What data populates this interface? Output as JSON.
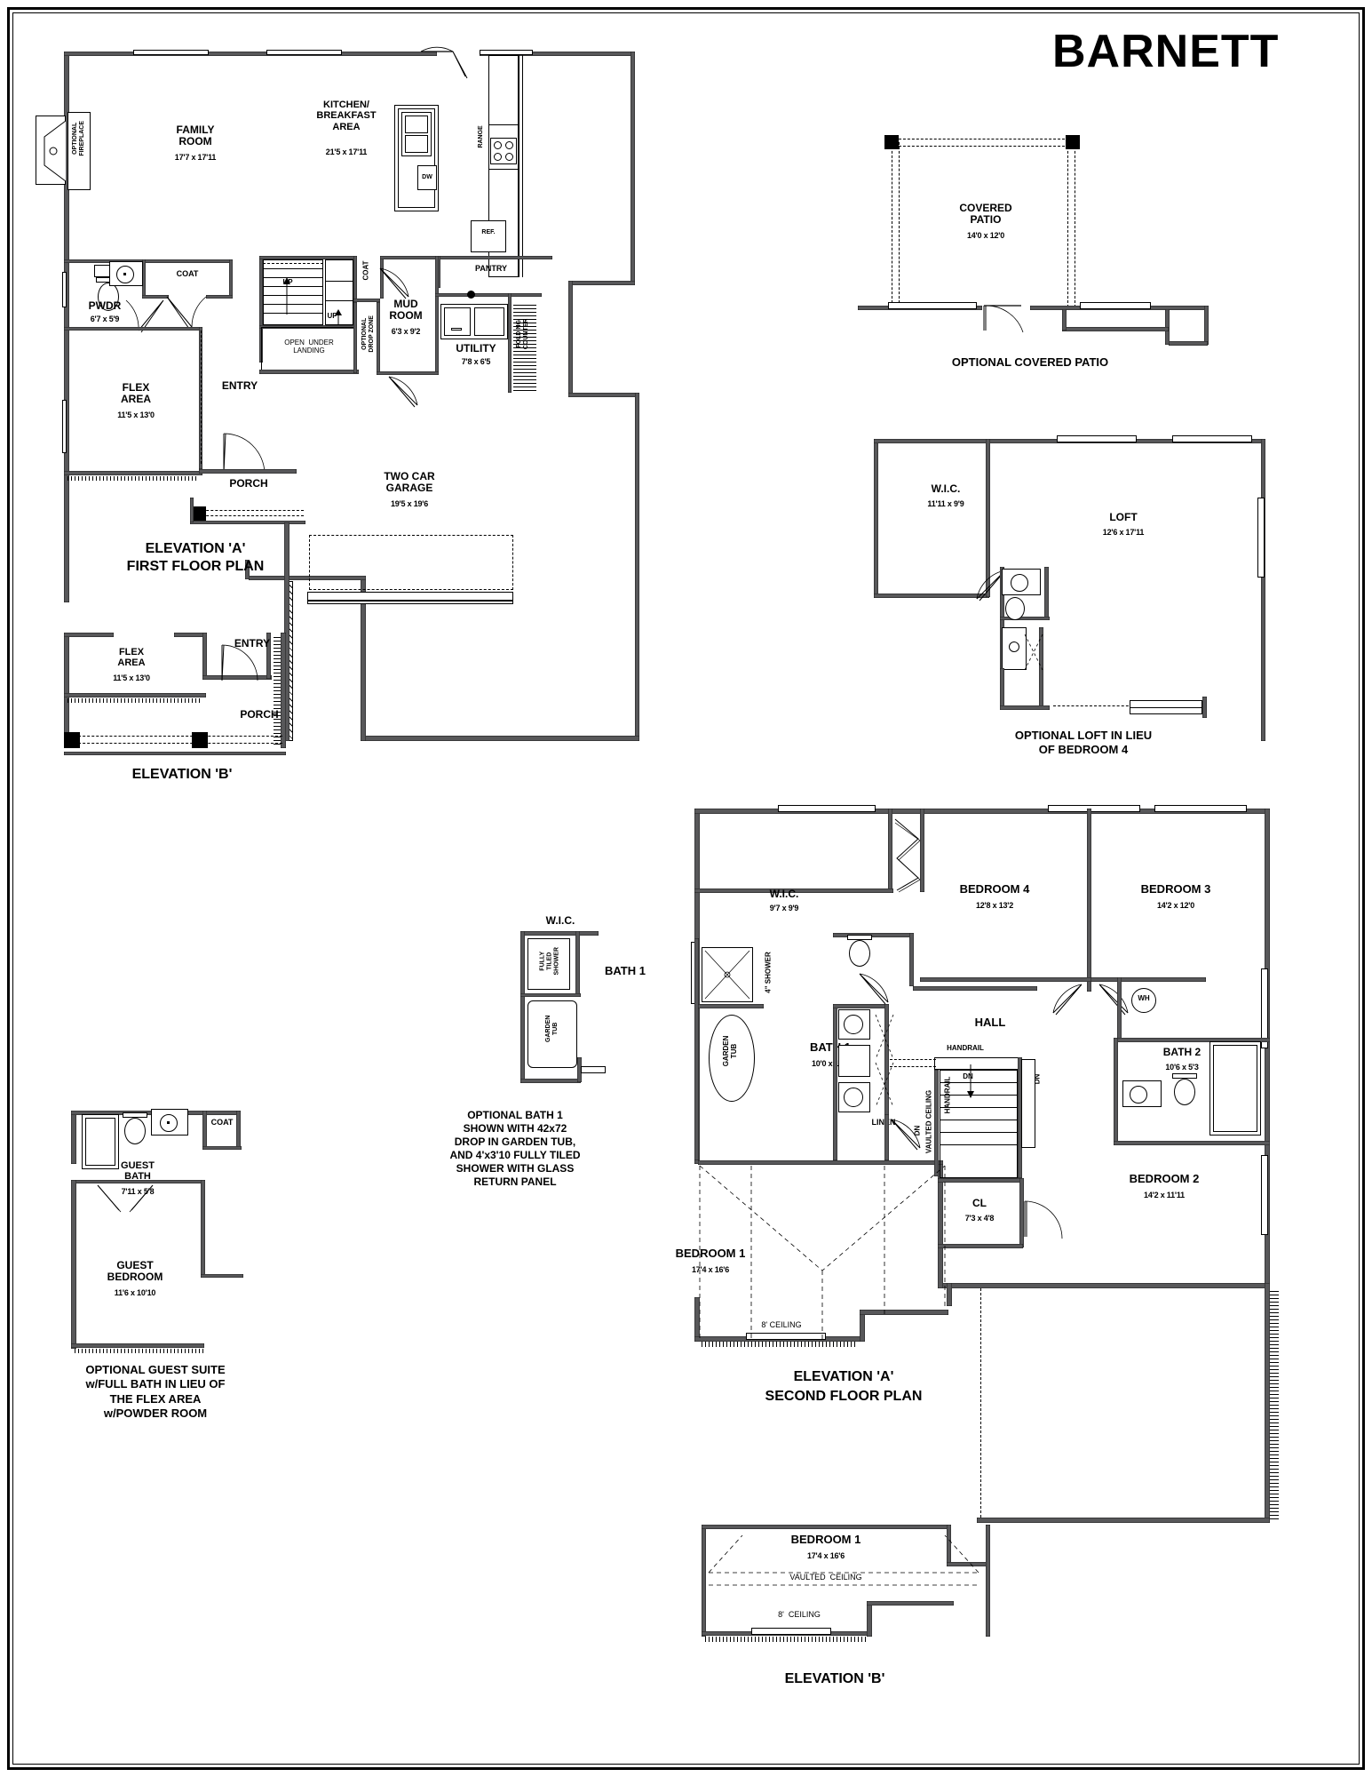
{
  "title": "BARNETT",
  "plans": {
    "first_floor": {
      "caption_line1": "ELEVATION 'A'",
      "caption_line2": "FIRST FLOOR PLAN",
      "rooms": {
        "family_room": {
          "name": "FAMILY\nROOM",
          "dim": "17'7 x 17'11"
        },
        "kitchen": {
          "name": "KITCHEN/\nBREAKFAST\nAREA",
          "dim": "21'5 x 17'11"
        },
        "pwdr": {
          "name": "PWDR",
          "dim": "6'7 x 5'9"
        },
        "flex_area": {
          "name": "FLEX\nAREA",
          "dim": "11'5 x 13'0"
        },
        "mud_room": {
          "name": "MUD\nROOM",
          "dim": "6'3 x 9'2"
        },
        "utility": {
          "name": "UTILITY",
          "dim": "7'8 x 6'5"
        },
        "garage": {
          "name": "TWO CAR\nGARAGE",
          "dim": "19'5 x 19'6"
        }
      },
      "labels": {
        "optional_fireplace": "OPTIONAL\nFIREPLACE",
        "coat_left": "COAT",
        "coat_stair": "COAT",
        "range": "RANGE",
        "dw": "DW",
        "ref": "REF.",
        "pantry": "PANTRY",
        "up1": "UP",
        "up2": "UP",
        "open_under_landing": "OPEN  UNDER\nLANDING",
        "optional_drop_zone": "OPTIONAL\nDROP ZONE",
        "folding_counter": "FOLDING\nCOUNTER",
        "entry": "ENTRY",
        "porch": "PORCH"
      }
    },
    "elevation_b_first": {
      "caption": "ELEVATION 'B'",
      "labels": {
        "flex_area": "FLEX\nAREA",
        "flex_dim": "11'5 x 13'0",
        "entry": "ENTRY",
        "porch": "PORCH"
      }
    },
    "optional_guest_suite": {
      "caption": "OPTIONAL GUEST SUITE\nw/FULL BATH IN LIEU OF\nTHE FLEX AREA\nw/POWDER ROOM",
      "rooms": {
        "guest_bath": {
          "name": "GUEST\nBATH",
          "dim": "7'11 x 5'8"
        },
        "guest_bedroom": {
          "name": "GUEST\nBEDROOM",
          "dim": "11'6 x 10'10"
        }
      },
      "labels": {
        "coat": "COAT"
      }
    },
    "optional_bath1": {
      "caption": "OPTIONAL BATH 1\nSHOWN WITH 42x72\nDROP IN GARDEN TUB,\nAND 4'x3'10 FULLY TILED\nSHOWER WITH GLASS\nRETURN PANEL",
      "labels": {
        "wic": "W.I.C.",
        "bath1": "BATH 1",
        "fully_tiled_shower": "FULLY\nTILED\nSHOWER",
        "garden_tub": "GARDEN\nTUB"
      }
    },
    "optional_covered_patio": {
      "caption": "OPTIONAL COVERED PATIO",
      "rooms": {
        "covered_patio": {
          "name": "COVERED\nPATIO",
          "dim": "14'0 x 12'0"
        }
      }
    },
    "optional_loft": {
      "caption": "OPTIONAL LOFT IN LIEU\nOF BEDROOM 4",
      "rooms": {
        "wic": {
          "name": "W.I.C.",
          "dim": "11'11 x 9'9"
        },
        "loft": {
          "name": "LOFT",
          "dim": "12'6 x 17'11"
        }
      }
    },
    "second_floor": {
      "caption_line1": "ELEVATION 'A'",
      "caption_line2": "SECOND FLOOR PLAN",
      "rooms": {
        "wic": {
          "name": "W.I.C.",
          "dim": "9'7 x 9'9"
        },
        "bedroom4": {
          "name": "BEDROOM 4",
          "dim": "12'8 x 13'2"
        },
        "bedroom3": {
          "name": "BEDROOM 3",
          "dim": "14'2 x 12'0"
        },
        "bath1": {
          "name": "BATH 1",
          "dim": "10'0 x 10'7"
        },
        "bath2": {
          "name": "BATH 2",
          "dim": "10'6 x 5'3"
        },
        "bedroom2": {
          "name": "BEDROOM 2",
          "dim": "14'2 x 11'11"
        },
        "bedroom1": {
          "name": "BEDROOM 1",
          "dim": "17'4 x 16'6"
        },
        "cl": {
          "name": "CL",
          "dim": "7'3 x 4'8"
        }
      },
      "labels": {
        "hall": "HALL",
        "handrail_top": "HANDRAIL",
        "handrail_stair": "HANDRAIL",
        "dn1": "DN",
        "dn2": "DN",
        "dn3": "DN",
        "linen": "LINEN",
        "wh": "WH",
        "shower": "4\" SHOWER",
        "garden_tub": "GARDEN\nTUB",
        "vaulted_ceiling": "VAULTED CEILING",
        "ceiling8": "8' CEILING"
      }
    },
    "elevation_b_second": {
      "caption": "ELEVATION 'B'",
      "labels": {
        "bedroom1": "BEDROOM 1",
        "bedroom1_dim": "17'4 x 16'6",
        "vaulted_ceiling": "VAULTED  CEILING",
        "ceiling8": "8'  CEILING"
      }
    }
  }
}
